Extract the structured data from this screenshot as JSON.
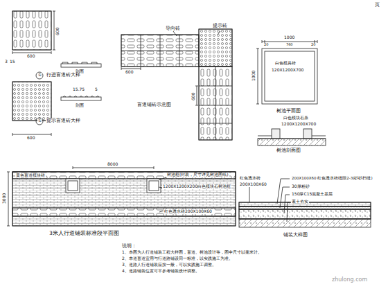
{
  "diagram": {
    "labels": [
      "3",
      "15",
      "600",
      "600",
      "剖面",
      "①",
      "行进盲道砖大样",
      "15.75",
      "5",
      "剖面",
      "①",
      "提示盲道砖大样",
      "600",
      "导向砖",
      "提示砖",
      "600",
      "600",
      "盲道铺砖示意图",
      "1000",
      "20",
      "760",
      "20",
      "1000",
      "白色模具砖",
      "120X1200X700",
      "树池平面图",
      "白色模块石条",
      "1200X1200X700",
      "树池剖面图",
      "8000",
      "黄色盲道模块砖",
      "树池框(封装，尺寸详见树池图纸)",
      "1200X1200X200白色模块石树池框",
      "3000",
      "红色透水砖200X100X60",
      "3米人行道铺装标准段平面图",
      "红色透水砖",
      "200X100X60",
      "200X100X60 红色透水砖缝隙2-3(砂砂扫缝)",
      "30厚粗砂",
      "150厚C15混凝土基层",
      "素土夯实",
      "铺装大样图",
      "说明：",
      "1、本图为人行道铺装工程大样图，盲道、树池设计等，图中尺寸以毫米计。",
      "2、本道盲道宜用与行道路铺设同一标准，以实践施工为准。",
      "3、道路人行道铺装应按一般，可以实践施工调整。",
      "4、道路铺装位置可平参考铺装设计调整。",
      "页",
      "zhulong.com"
    ]
  }
}
